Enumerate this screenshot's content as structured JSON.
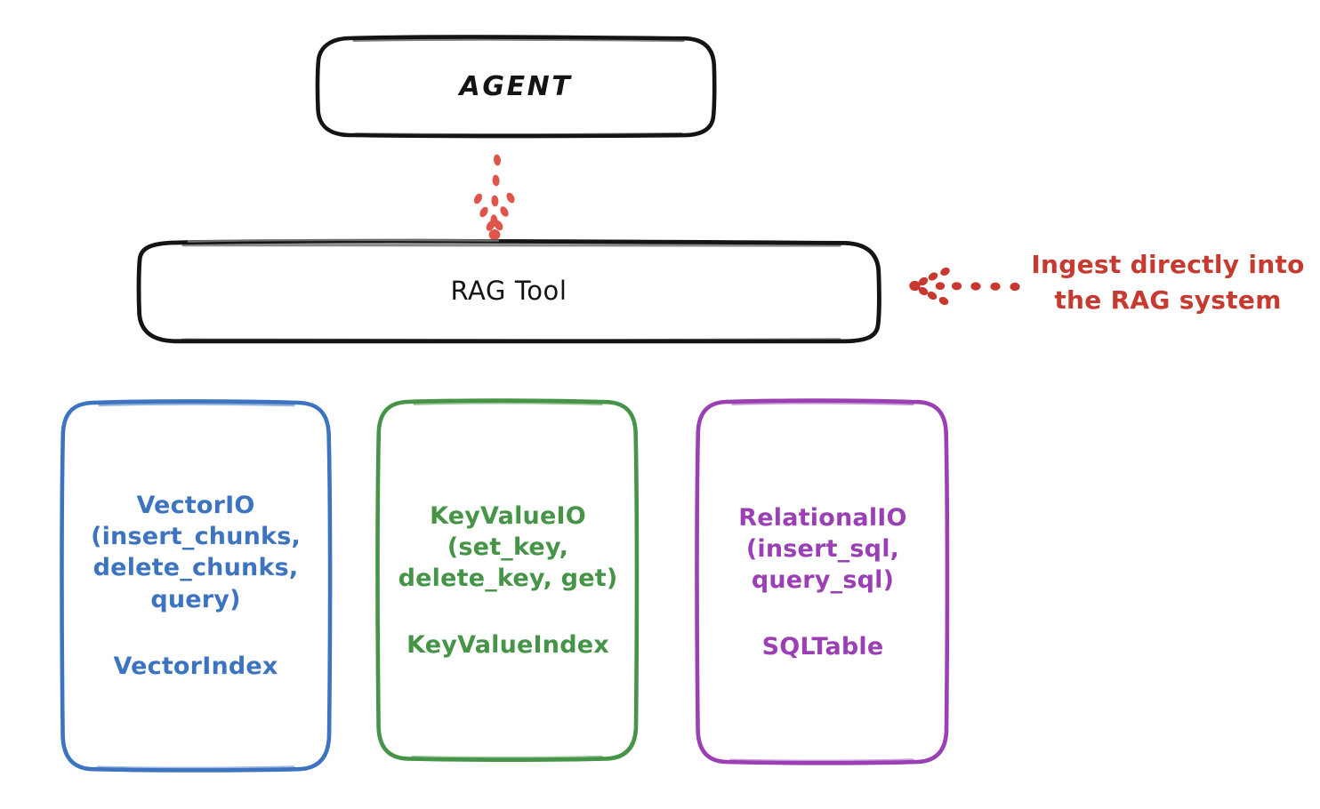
{
  "diagram": {
    "title": "RAG Tool architecture",
    "style": "hand-drawn sketch",
    "background_color": "#ffffff"
  },
  "nodes": {
    "agent": {
      "label": "AGENT",
      "stroke_color": "#141414",
      "shape": "rounded-rectangle"
    },
    "rag_tool": {
      "label": "RAG Tool",
      "stroke_color": "#141414",
      "shape": "rounded-rectangle"
    },
    "vector_io": {
      "api_label": "VectorIO\n(insert_chunks,\ndelete_chunks,\nquery)",
      "index_label": "VectorIndex",
      "stroke_color": "#3d74bf",
      "text_color": "#3d74bf",
      "shape": "rounded-rectangle"
    },
    "key_value_io": {
      "api_label": "KeyValueIO\n(set_key,\ndelete_key, get)",
      "index_label": "KeyValueIndex",
      "stroke_color": "#459447",
      "text_color": "#459447",
      "shape": "rounded-rectangle"
    },
    "relational_io": {
      "api_label": "RelationalIO\n(insert_sql,\nquery_sql)",
      "index_label": "SQLTable",
      "stroke_color": "#9b3fb5",
      "text_color": "#9b3fb5",
      "shape": "rounded-rectangle"
    }
  },
  "annotations": {
    "ingest_note": {
      "text": "Ingest directly into\nthe RAG system",
      "color": "#c63a30"
    }
  },
  "edges": {
    "agent_to_rag": {
      "style": "dotted",
      "color": "#e0554b",
      "direction": "down",
      "arrowhead": true
    },
    "note_to_rag": {
      "style": "dotted",
      "color": "#c9382f",
      "direction": "left",
      "arrowhead": true
    }
  }
}
